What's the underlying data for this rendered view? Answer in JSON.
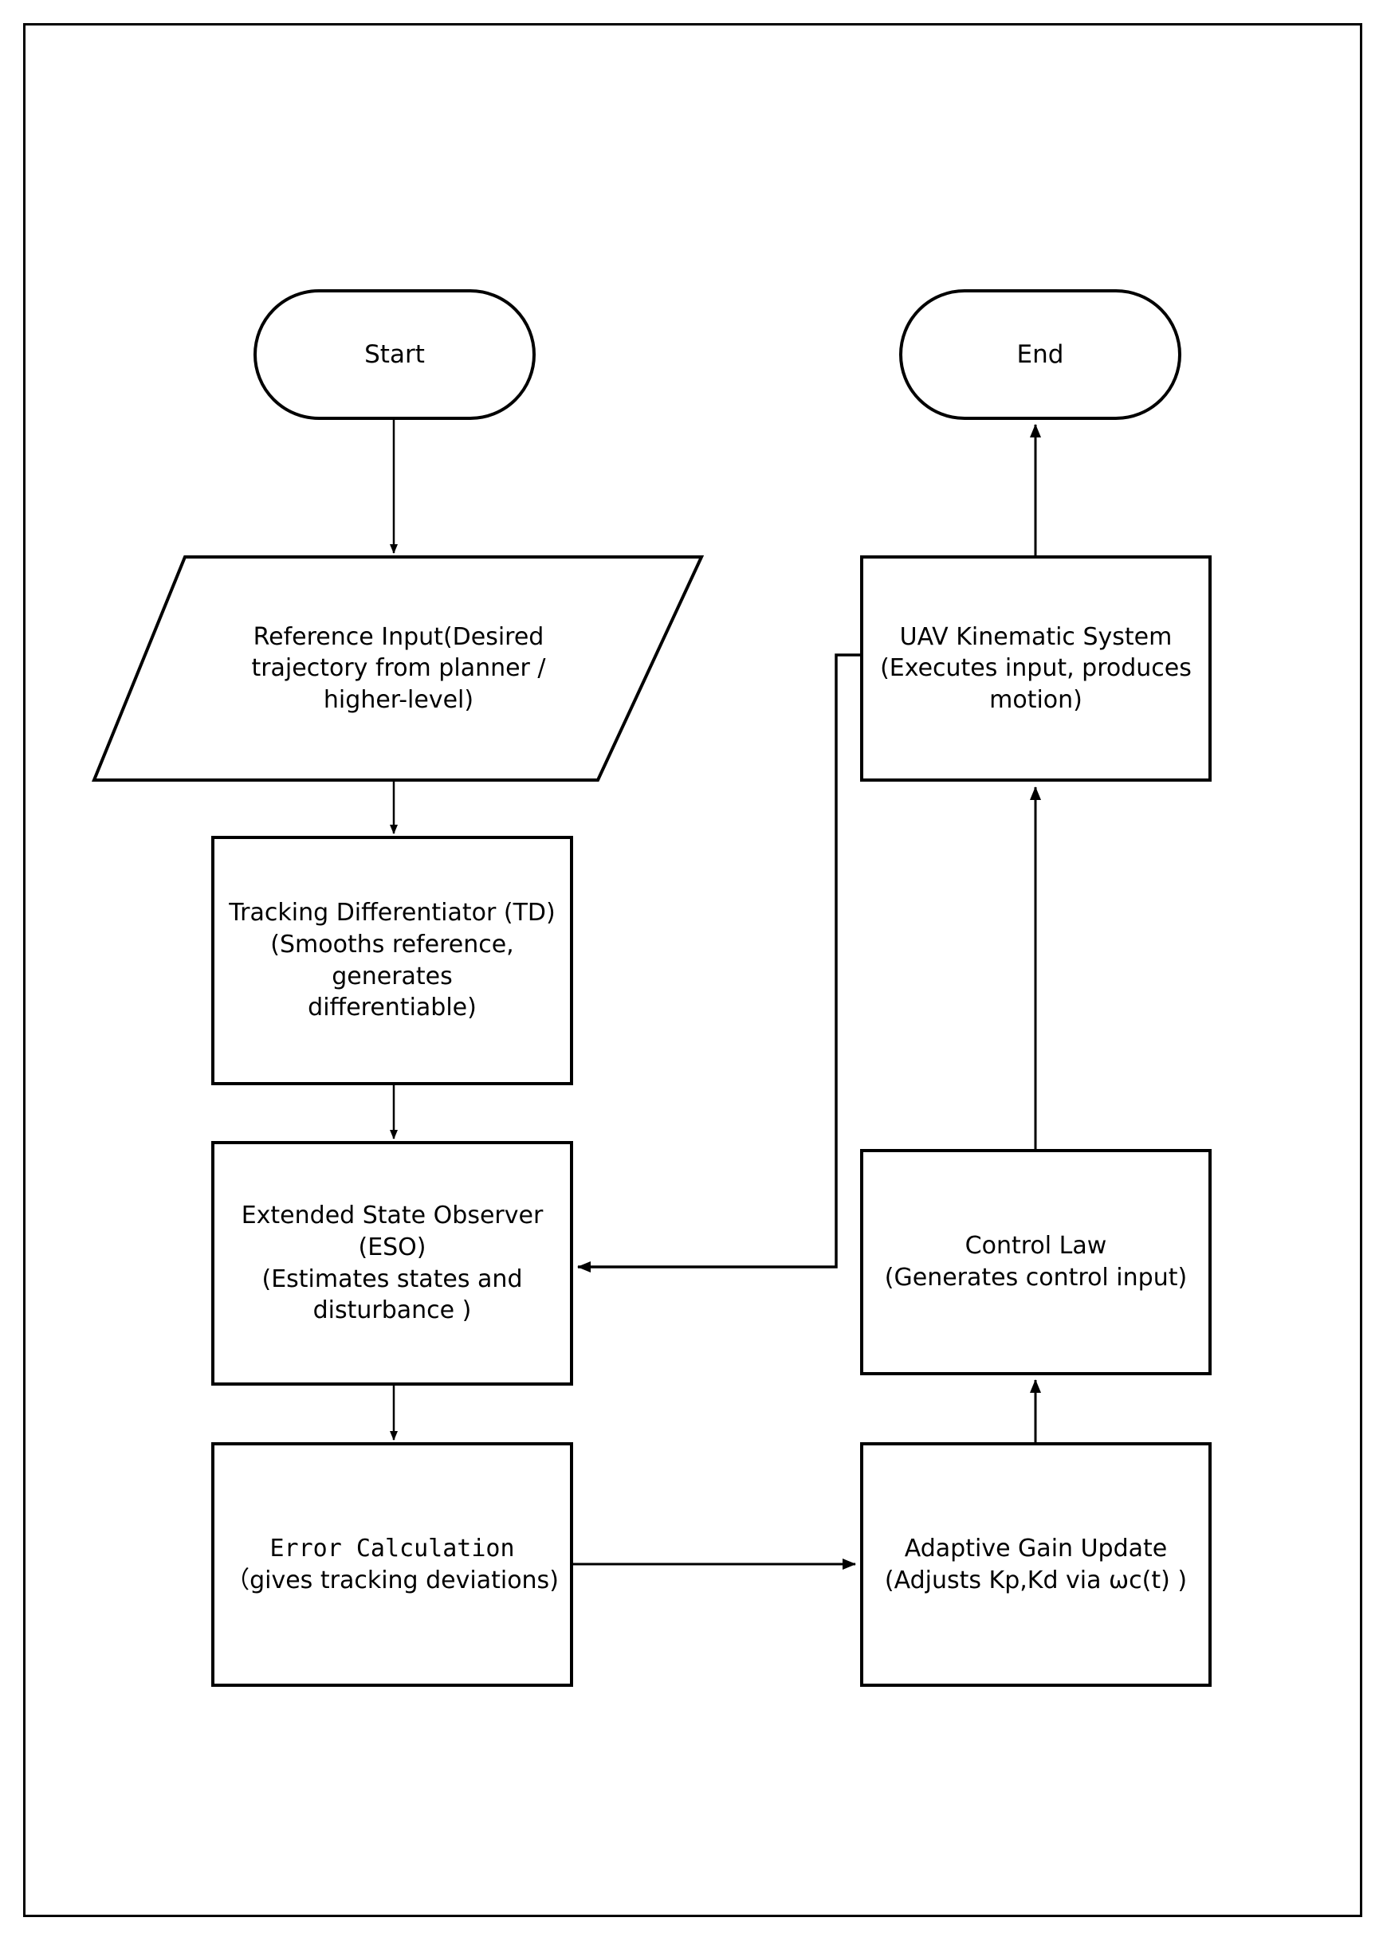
{
  "diagram": {
    "title_present": false,
    "background_color": "#ffffff",
    "stroke_color": "#000000",
    "page_border": true,
    "nodes": [
      {
        "id": "start",
        "shape": "terminator",
        "label": "Start"
      },
      {
        "id": "end",
        "shape": "terminator",
        "label": "End"
      },
      {
        "id": "reference_input",
        "shape": "parallelogram",
        "label": "Reference Input(Desired\ntrajectory from  planner /\nhigher-level)"
      },
      {
        "id": "tracking_differentiator",
        "shape": "rectangle",
        "label": "Tracking Differentiator (TD)\n(Smooths reference, generates\ndifferentiable)"
      },
      {
        "id": "extended_state_observer",
        "shape": "rectangle",
        "label": "Extended State Observer (ESO)\n(Estimates states and\ndisturbance )"
      },
      {
        "id": "error_calculation",
        "shape": "rectangle",
        "label_line1": "Error Calculation",
        "label_line2": "（gives tracking deviations)"
      },
      {
        "id": "adaptive_gain_update",
        "shape": "rectangle",
        "label": "Adaptive Gain Update\n(Adjusts Kp,Kd via ωc(t) )"
      },
      {
        "id": "control_law",
        "shape": "rectangle",
        "label": "Control Law\n(Generates control input)"
      },
      {
        "id": "uav_kinematic_system",
        "shape": "rectangle",
        "label": "UAV Kinematic System\n(Executes input, produces\nmotion)"
      }
    ],
    "edges": [
      {
        "from": "start",
        "to": "reference_input",
        "arrow": true,
        "label": ""
      },
      {
        "from": "reference_input",
        "to": "tracking_differentiator",
        "arrow": true,
        "label": ""
      },
      {
        "from": "tracking_differentiator",
        "to": "extended_state_observer",
        "arrow": true,
        "label": ""
      },
      {
        "from": "extended_state_observer",
        "to": "error_calculation",
        "arrow": true,
        "label": ""
      },
      {
        "from": "error_calculation",
        "to": "adaptive_gain_update",
        "arrow": true,
        "label": ""
      },
      {
        "from": "adaptive_gain_update",
        "to": "control_law",
        "arrow": true,
        "label": ""
      },
      {
        "from": "control_law",
        "to": "uav_kinematic_system",
        "arrow": true,
        "label": ""
      },
      {
        "from": "uav_kinematic_system",
        "to": "end",
        "arrow": true,
        "label": ""
      },
      {
        "from": "uav_kinematic_system",
        "to": "extended_state_observer",
        "arrow": true,
        "label": ""
      }
    ]
  }
}
